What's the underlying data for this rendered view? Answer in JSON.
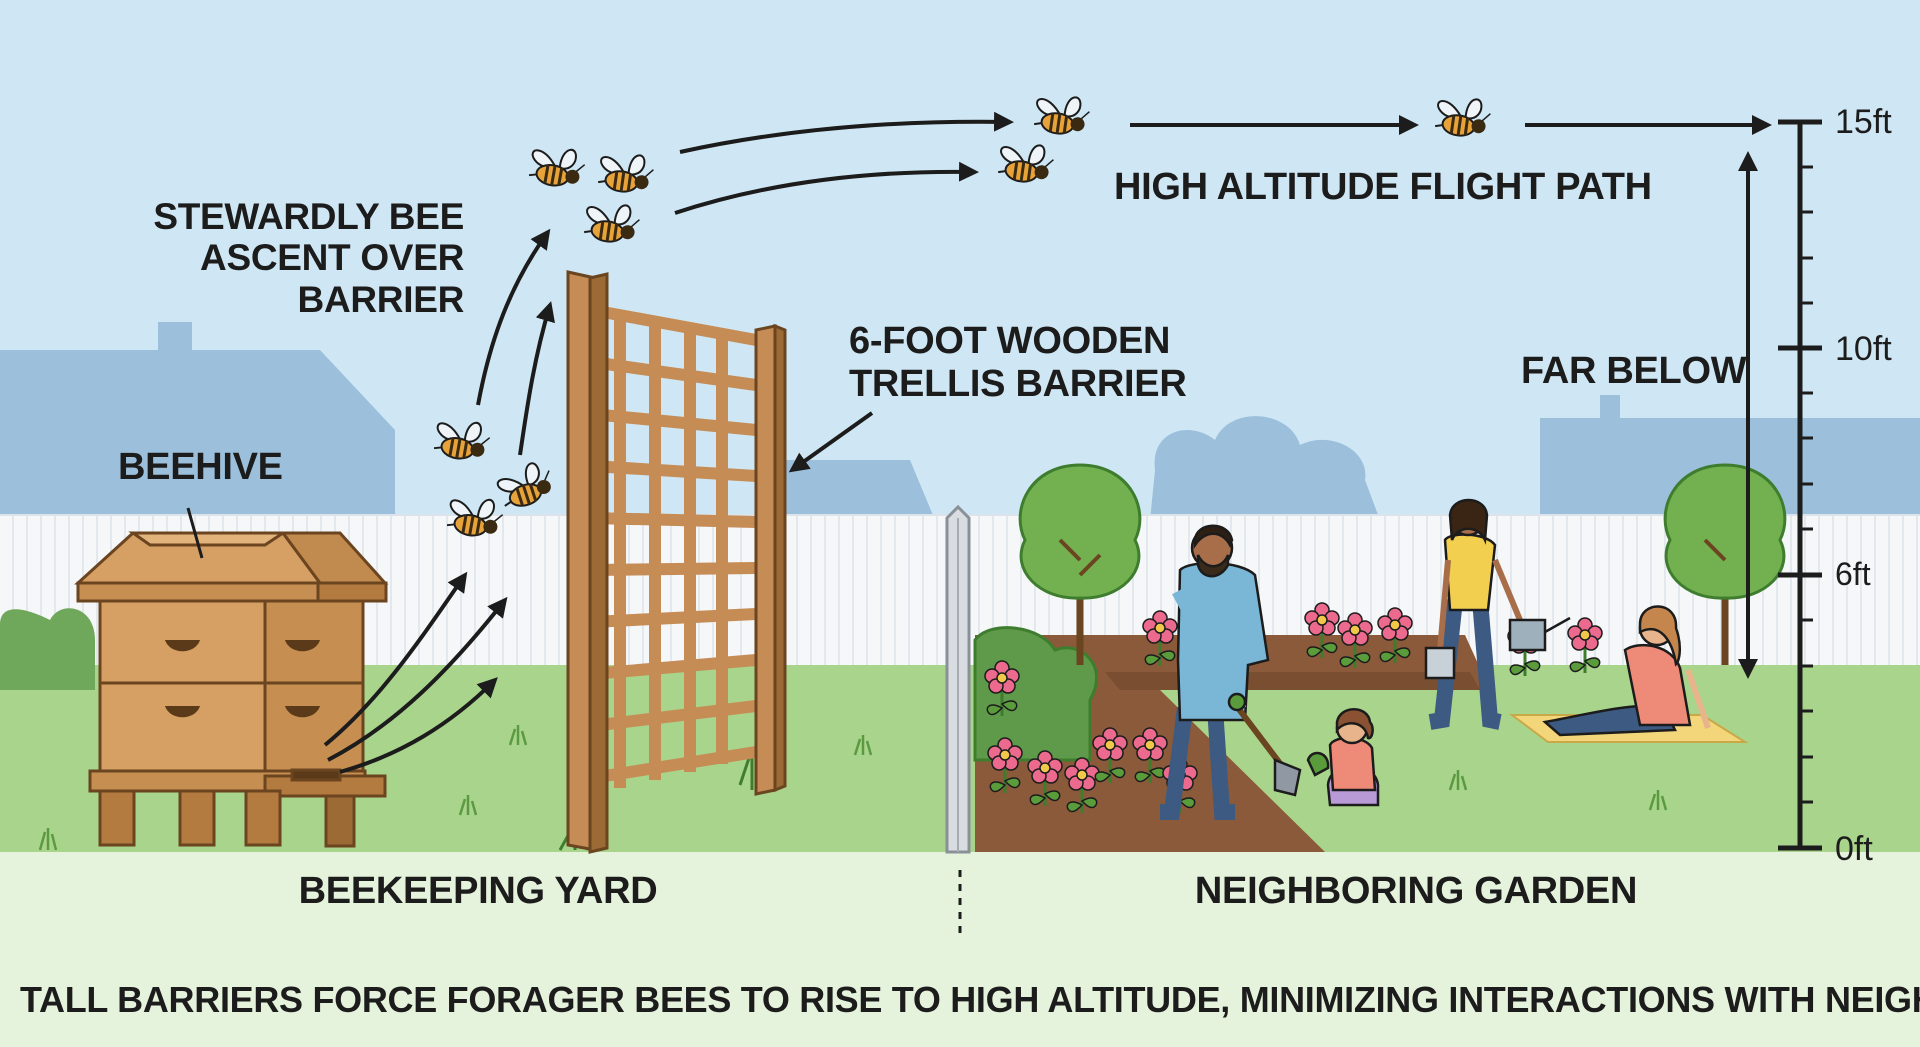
{
  "labels": {
    "beehive": "BEEHIVE",
    "ascent": [
      "STEWARDLY BEE",
      "ASCENT OVER",
      "BARRIER"
    ],
    "trellis": [
      "6-FOOT WOODEN",
      "TRELLIS BARRIER"
    ],
    "flight_path": "HIGH ALTITUDE FLIGHT PATH",
    "far_below": "FAR BELOW",
    "beekeeping_yard": "BEEKEEPING YARD",
    "neighboring_garden": "NEIGHBORING GARDEN",
    "caption": "TALL BARRIERS FORCE FORAGER BEES TO RISE TO HIGH ALTITUDE, MINIMIZING INTERACTIONS WITH NEIGHBORS."
  },
  "scale": {
    "ticks": [
      "15ft",
      "10ft",
      "6ft",
      "0ft"
    ]
  },
  "colors": {
    "sky": "#cfe7f4",
    "grass": "#a9d48c",
    "ground_band": "#e6f3dc",
    "fence": "#f4f6f8",
    "wood": "#c68c55",
    "hive": "#d6a064",
    "ink": "#1c1c1c"
  }
}
